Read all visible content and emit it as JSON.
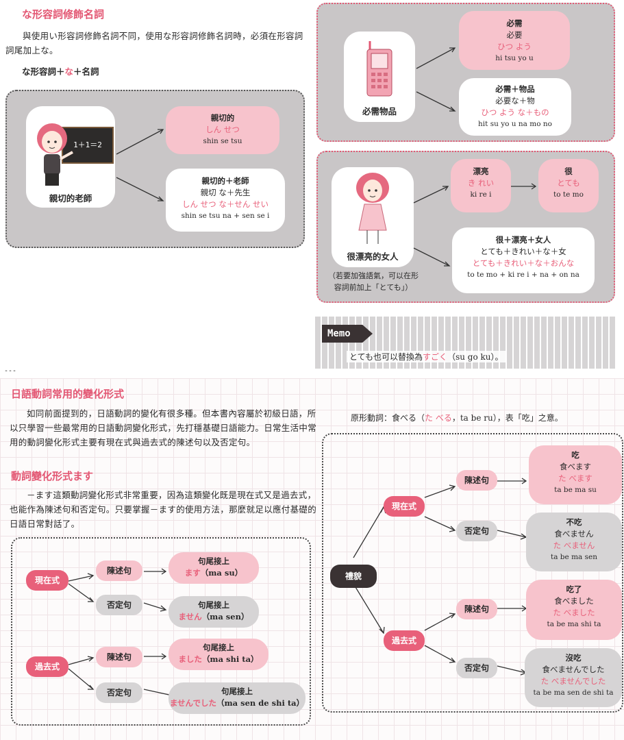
{
  "top_left": {
    "heading": "な形容詞修飾名詞",
    "paragraph": "與使用い形容詞修飾名詞不同，使用な形容詞修飾名詞時，必須在形容詞詞尾加上な。",
    "formula_prefix": "な形容詞＋",
    "formula_na": "な",
    "formula_suffix": "＋名詞",
    "board_text": "1＋1＝2",
    "caption": "親切的老師",
    "b1_title": "親切的",
    "b1_kana": "しん せつ",
    "b1_roma": "shin se tsu",
    "b2_title": "親切的＋老師",
    "b2_line": "親切 な＋先生",
    "b2_kana": "しん せつ な＋せん せい",
    "b2_roma": "shin se tsu na + sen se i"
  },
  "top_right": {
    "panel1_caption": "必需物品",
    "p1_b1_title": "必需",
    "p1_b1_line": "必要",
    "p1_b1_kana": "ひつ よう",
    "p1_b1_roma": "hi tsu yo u",
    "p1_b2_title": "必需＋物品",
    "p1_b2_line": "必要な＋物",
    "p1_b2_kana": "ひつ よう な＋もの",
    "p1_b2_roma": "hit su yo u na mo no",
    "panel2_caption": "很漂亮的女人",
    "panel2_note": "（若要加強語氣，可以在形容詞前加上「とても」）",
    "p2_b1_title": "漂亮",
    "p2_b1_kana": "き れい",
    "p2_b1_roma": "ki re i",
    "p2_b2_title": "很",
    "p2_b2_kana": "とても",
    "p2_b2_roma": "to te mo",
    "p2_b3_title": "很＋漂亮＋女人",
    "p2_b3_line": "とても＋きれい＋な＋女",
    "p2_b3_kana": "とても＋きれい＋な＋おんな",
    "p2_b3_roma": "to te mo + ki re i + na + on na",
    "memo_label": "Memo",
    "memo_prefix": "とても也可以替換為",
    "memo_pink": "すごく",
    "memo_suffix": "（su go ku）。"
  },
  "separator": "---",
  "bottom_left": {
    "heading1": "日語動詞常用的變化形式",
    "paragraph1": "如同前面提到的，日語動詞的變化有很多種。但本書內容屬於初級日語，所以只學習一些最常用的日語動詞變化形式，先打穩基礎日語能力。日常生活中常用的動詞變化形式主要有現在式與過去式的陳述句以及否定句。",
    "heading2": "動詞變化形式ます",
    "paragraph2": "－ます這類動詞變化形式非常重要，因為這類變化既是現在式又是過去式，也能作為陳述句和否定句。只要掌握－ます的使用方法，那麼就足以應付基礎的日語日常對話了。",
    "present": "現在式",
    "past": "過去式",
    "statement": "陳述句",
    "negative": "否定句",
    "ending_label": "句尾接上",
    "r1_pink": "ます",
    "r1_roma": "（ma su）",
    "r2_pink": "ません",
    "r2_roma": "（ma sen）",
    "r3_pink": "ました",
    "r3_roma": "（ma shi ta）",
    "r4_pink": "ませんでした",
    "r4_roma": "（ma sen de shi ta）"
  },
  "bottom_right": {
    "intro_prefix": "原形動詞：食べる（",
    "intro_pink": "た べる",
    "intro_suffix": "，ta be ru），表「吃」之意。",
    "root": "禮貌",
    "present": "現在式",
    "past": "過去式",
    "statement": "陳述句",
    "negative": "否定句",
    "e1_title": "吃",
    "e1_line": "食べます",
    "e1_kana": "た べます",
    "e1_roma": "ta be ma su",
    "e2_title": "不吃",
    "e2_line": "食べません",
    "e2_kana": "た べません",
    "e2_roma": "ta be ma sen",
    "e3_title": "吃了",
    "e3_line": "食べました",
    "e3_kana": "た べました",
    "e3_roma": "ta be ma shi ta",
    "e4_title": "沒吃",
    "e4_line": "食べませんでした",
    "e4_kana": "た べませんでした",
    "e4_roma": "ta be ma sen de shi ta"
  },
  "colors": {
    "pink_text": "#e8607a",
    "pink_fill": "#f7c3cc",
    "gray_panel": "#c9c6c7",
    "gray_pill": "#d6d4d5",
    "dark_pill": "#3a3233"
  }
}
